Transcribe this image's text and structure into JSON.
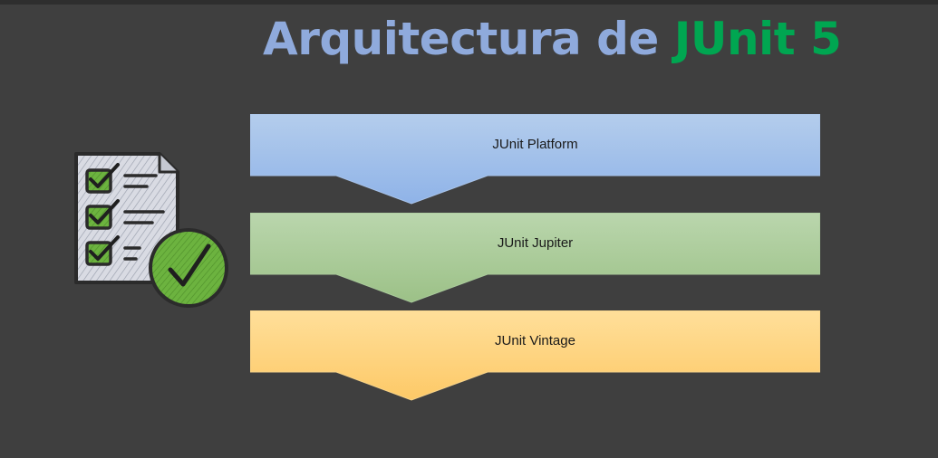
{
  "title": {
    "part1": "Arquitectura de ",
    "part2": "JUnit 5"
  },
  "layers": [
    {
      "label": "JUnit Platform",
      "color_top": "#b4cdec",
      "color_bottom": "#8fb3e8"
    },
    {
      "label": "JUnit Jupiter",
      "color_top": "#bad6ad",
      "color_bottom": "#9cc187"
    },
    {
      "label": "JUnit Vintage",
      "color_top": "#ffdf9a",
      "color_bottom": "#fdc967"
    }
  ],
  "colors": {
    "background": "#3f3f3f",
    "title_blue": "#8faadc",
    "title_green": "#00a651",
    "check_green": "#6cb33f"
  },
  "icons": [
    "checklist-document-icon",
    "check-badge-icon"
  ]
}
